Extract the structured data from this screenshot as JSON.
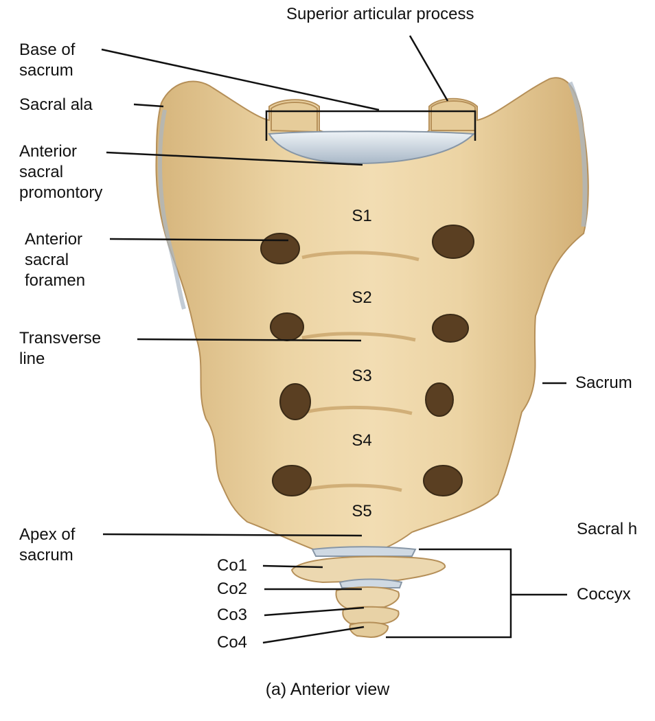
{
  "diagram": {
    "caption": "(a) Anterior view",
    "labels": {
      "superior_articular_process": "Superior articular process",
      "base_of_sacrum": [
        "Base of",
        "sacrum"
      ],
      "sacral_ala": "Sacral ala",
      "anterior_sacral_promontory": [
        "Anterior",
        "sacral",
        "promontory"
      ],
      "anterior_sacral_foramen": [
        "Anterior",
        "sacral",
        "foramen"
      ],
      "transverse_line": [
        "Transverse",
        "line"
      ],
      "apex_of_sacrum": [
        "Apex of",
        "sacrum"
      ],
      "sacrum": "Sacrum",
      "sacral_h": "Sacral h",
      "coccyx": "Coccyx",
      "co1": "Co1",
      "co2": "Co2",
      "co3": "Co3",
      "co4": "Co4"
    },
    "segments": [
      "S1",
      "S2",
      "S3",
      "S4",
      "S5"
    ],
    "colors": {
      "bone": "#e6cc9a",
      "bone_shadow": "#c9a46a",
      "bone_highlight": "#f3e2bd",
      "cartilage": "#cfd9e3",
      "foramen": "#5a3f22",
      "leader": "#111111"
    }
  }
}
